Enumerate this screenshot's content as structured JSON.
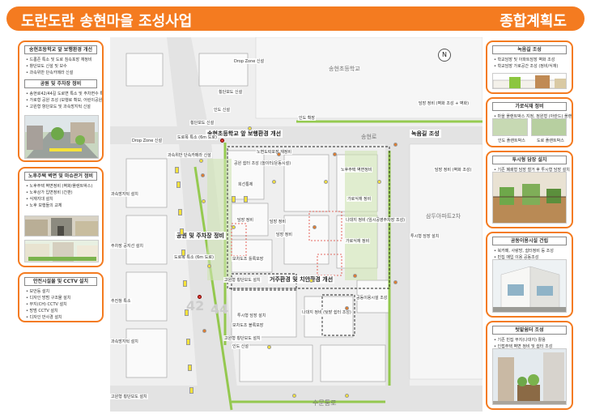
{
  "header": {
    "title": "도란도란 송현마을 조성사업",
    "subtitle": "종합계획도"
  },
  "colors": {
    "accent": "#f47b20",
    "green": "#8cc63f",
    "yellow": "#f5e23a",
    "red": "#e03c31"
  },
  "left_panels": [
    {
      "title": "송현초등학교 앞 보행환경 개선",
      "items": [
        "드롭존 특소 및 도로 침속포장 재정비",
        "항단보도 신설 및 보수",
        "과속위반 단속카메라 신설"
      ]
    },
    {
      "title": "공원 및 주차장 정비",
      "items": [
        "송현로42/44길 도로변 특소 및 주차면수 특소",
        "가로형 공원 조성 (보행로 확보, 어린이공원 개선)",
        "고원형 항단보도 및 과속방지턱 신설"
      ]
    },
    {
      "title": "노후주택 벽면 및 마슈관거 정비",
      "items": [
        "노후주택 벽면정비 (벽화/플렌트박스)",
        "노후상가 입면정비 (간판)",
        "식재지대 설치",
        "노후 보행들의 교체"
      ]
    },
    {
      "title": "안전시설물 및 CCTV 설치",
      "items": [
        "보안등 설치",
        "디자인 방범 구조물 설치",
        "무지(CH) CCTV 설치",
        "방범 CCTV 설치",
        "디자인 반사경 설치"
      ]
    }
  ],
  "right_panels": [
    {
      "title": "녹음길 조성",
      "items": [
        "학교담장 및 아파트담장 벽화 조성",
        "학교담장 가로공간 조성 (정비/식재)"
      ]
    },
    {
      "title": "가로식재 정비",
      "items": [
        "마을 플랜트박스 지정, 정원형 (아란드) 플랜트"
      ],
      "captions": [
        "인도 플랜트박스",
        "도로 플랜트박스"
      ]
    },
    {
      "title": "투시형 담장 설치",
      "items": [
        "기존 폐쇄형 담장 철거 후 투시형 담장 설치"
      ]
    },
    {
      "title": "공동이용시설 건립",
      "items": [
        "북카페, 사랑방, 쉼터정비 등 조성",
        "빈집 매입 이용 공동조성"
      ]
    },
    {
      "title": "텃밭쉼터 조성",
      "items": [
        "기존 빈집 부지(나대지) 활용",
        "인접주택 벽면 정비 및 쉼터 조성"
      ]
    }
  ],
  "map": {
    "roads": {
      "school": "송현초등학교",
      "songhyeon_ro": "송현로",
      "apartment": "삼두아파트2차",
      "sumun_ro": "수문통로",
      "route42": "42",
      "route44": "44"
    },
    "major_labels": {
      "school_front": "송현초등학교 앞 보행환경 개선",
      "park_parking": "공원 및 주차장 정비",
      "housing": "거주환경 및 치안환경 개선",
      "green_road": "녹음길 조성"
    },
    "labels": [
      "Drop Zone 신설",
      "횡단보도 신설",
      "인도 신설",
      "인도 확장",
      "횡단보도 신설",
      "Drop Zone 신설",
      "도로폭 특소 (6m 도로)",
      "과속위반 단속카메라 신설",
      "노변도락포장 재정비",
      "담장 정비 (벽화 조성 + 벽화)",
      "담장 정비 (벽화 조성)",
      "공원 쉼터 조성 (놀이터/운동시설)",
      "희선통제",
      "노후주택 벽면정비",
      "가로식재 정비",
      "나대지 정비 (임시공영주차장 조성)",
      "과속방지턱 설치",
      "주차장 공지선 설치",
      "도로폭 특소 (6m 도로)",
      "보차도조 틀록포장",
      "투시형 담장 설치",
      "담장 정비",
      "고원형 횡단보도 설치",
      "공동이용시설 조성",
      "나대지 정비 (텃밭 쉼터 조성)",
      "투시형 담장 설치",
      "보차도조 블록포장",
      "고원형 횡단보도 설치",
      "인도 신설",
      "고원형 횡단보도 설치",
      "과속방지턱 설치",
      "가로식재 정비",
      "담장 정비",
      "담장 정비",
      "추진창 특소"
    ],
    "compass": "N"
  }
}
